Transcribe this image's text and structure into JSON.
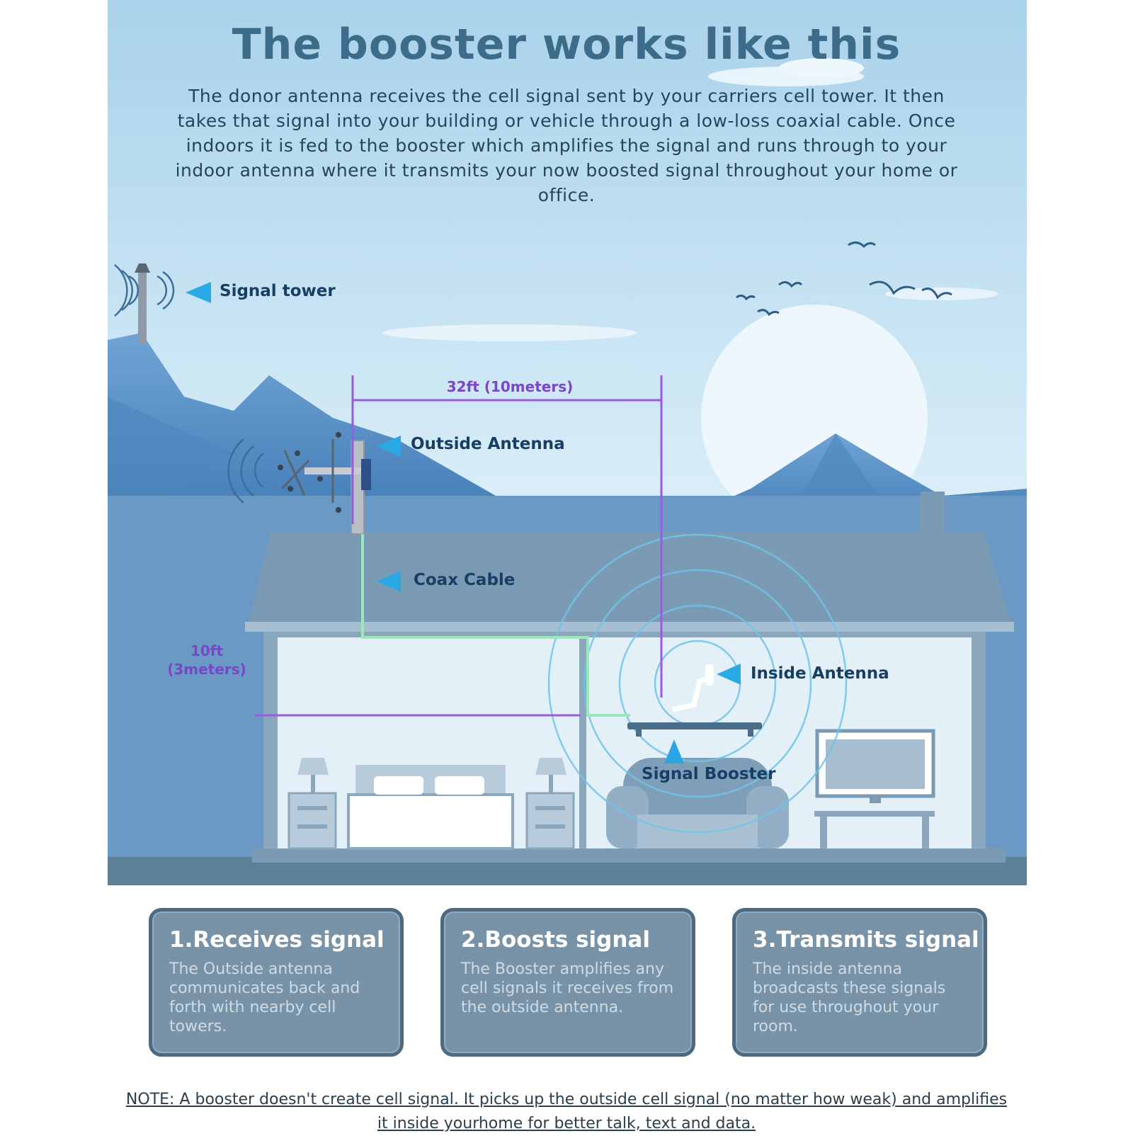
{
  "title": "The booster works like this",
  "intro": "The donor antenna receives the cell signal sent by your carriers cell tower. It then takes that signal into your building or vehicle through a low-loss coaxial cable. Once indoors it is fed to the booster which amplifies the signal and runs through to your indoor antenna where it transmits your now boosted signal throughout your home or office.",
  "labels": {
    "signal_tower": "Signal tower",
    "outside_antenna": "Outside Antenna",
    "coax_cable": "Coax Cable",
    "inside_antenna": "Inside Antenna",
    "signal_booster": "Signal Booster"
  },
  "dimensions": {
    "horizontal": "32ft (10meters)",
    "vertical_line1": "10ft",
    "vertical_line2": "(3meters)"
  },
  "steps": [
    {
      "title": "1.Receives signal",
      "body": "The Outside antenna communicates back and forth with nearby cell towers."
    },
    {
      "title": "2.Boosts signal",
      "body": "The Booster amplifies any cell signals it receives from the outside antenna."
    },
    {
      "title": "3.Transmits signal",
      "body": "The inside antenna broadcasts these signals for use throughout your room."
    }
  ],
  "note": "NOTE: A booster doesn't create cell signal. It picks up the outside cell signal (no matter how weak) and amplifies it inside yourhome for better talk, text and data.",
  "colors": {
    "sky": "#bfe0f1",
    "mountain": "#5b8fc2",
    "house": "#7a9bb6",
    "interior": "#e4f0f7",
    "callout_arrow": "#29a9e6",
    "dimension": "#9a5be0",
    "cable": "#8fe3b3"
  }
}
